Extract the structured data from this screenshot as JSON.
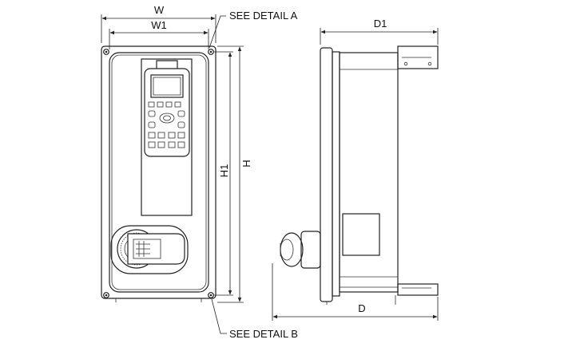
{
  "callouts": {
    "detail_a": "SEE DETAIL A",
    "detail_b": "SEE DETAIL B"
  },
  "dimensions": {
    "w": "W",
    "w1": "W1",
    "h": "H",
    "h1": "H1",
    "d": "D",
    "d1": "D1"
  },
  "colors": {
    "line": "#222222",
    "background": "#ffffff"
  }
}
